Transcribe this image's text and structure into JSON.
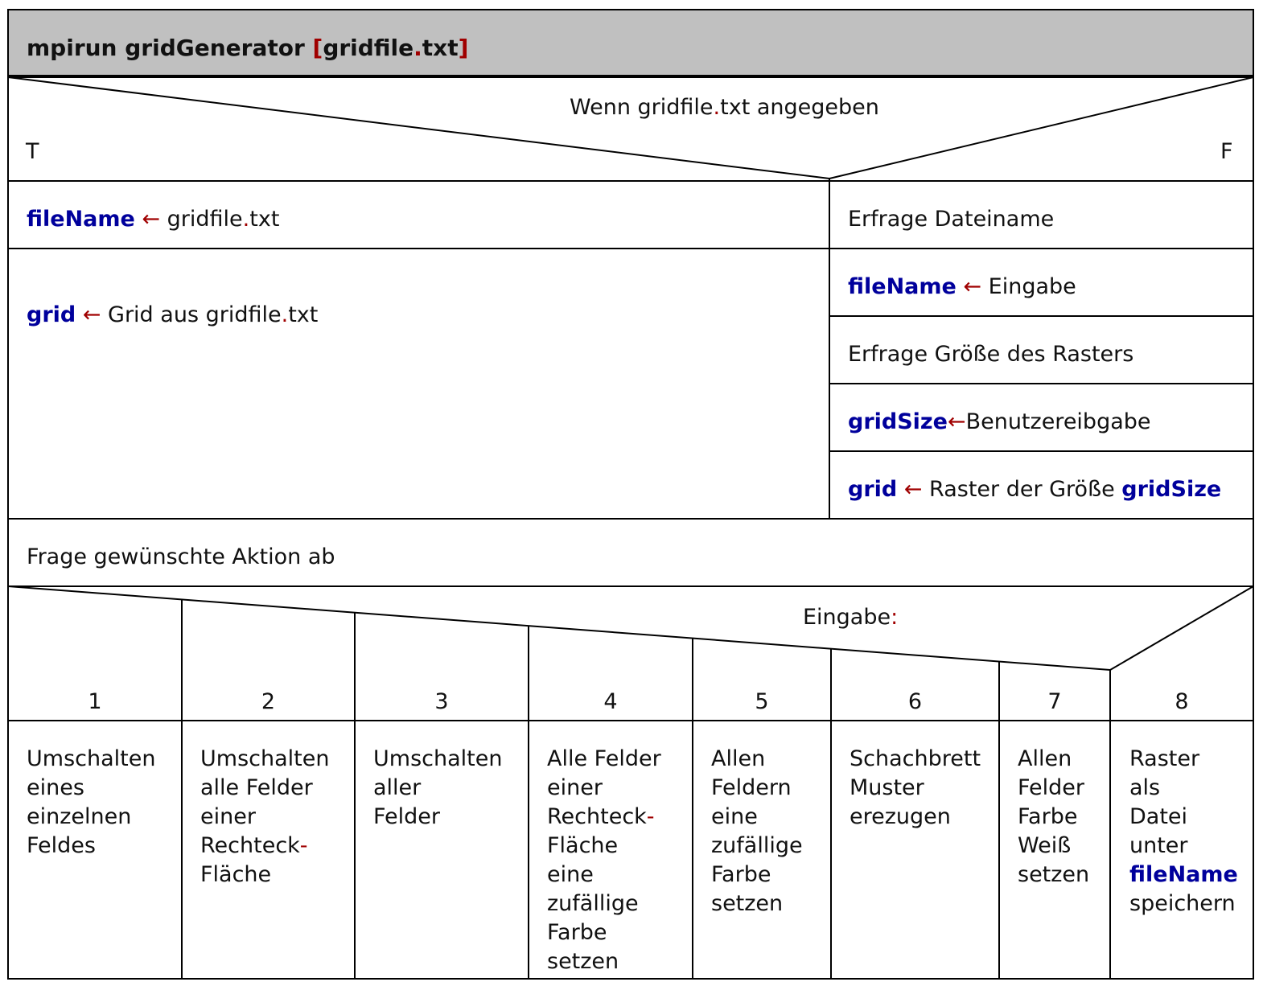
{
  "header": {
    "command": "mpirun gridGenerator",
    "bracket_open": "[",
    "arg_part1": "gridfile",
    "arg_dot": ".",
    "arg_part2": "txt",
    "bracket_close": "]"
  },
  "condition": {
    "text_part1": "Wenn gridfile",
    "dot": ".",
    "text_part2": "txt angegeben",
    "true_label": "T",
    "false_label": "F"
  },
  "true_branch": {
    "line1": {
      "var": "fileName",
      "arrow": "←",
      "text_part1": " gridfile",
      "dot": ".",
      "text_part2": "txt"
    },
    "line2": {
      "var": "grid",
      "arrow": "←",
      "text_part1": " Grid aus gridfile",
      "dot": ".",
      "text_part2": "txt"
    }
  },
  "false_branch": {
    "step1": "Erfrage Dateiname",
    "step2": {
      "var": "fileName",
      "arrow": "←",
      "text": " Eingabe"
    },
    "step3": "Erfrage Größe des Rasters",
    "step4": {
      "var": "gridSize",
      "arrow": "←",
      "text": "Benutzereibgabe"
    },
    "step5": {
      "var": "grid",
      "arrow": "←",
      "text": " Raster der Größe ",
      "var2": "gridSize"
    }
  },
  "ask_action": "Frage gewünschte Aktion ab",
  "switch": {
    "label": "Eingabe",
    "colon": ":",
    "cases": [
      {
        "key": "1",
        "lines": [
          "Umschalten",
          "eines",
          "einzelnen",
          "Feldes"
        ]
      },
      {
        "key": "2",
        "lines": [
          "Umschalten",
          "alle Felder",
          "einer",
          "Rechteck",
          "Fläche"
        ],
        "hyphen_line": 3
      },
      {
        "key": "3",
        "lines": [
          "Umschalten",
          "aller",
          "Felder"
        ]
      },
      {
        "key": "4",
        "lines": [
          "Alle Felder",
          "einer",
          "Rechteck",
          "Fläche",
          "eine",
          "zufällige",
          "Farbe",
          "setzen"
        ],
        "hyphen_line": 2
      },
      {
        "key": "5",
        "lines": [
          "Allen",
          "Feldern",
          "eine",
          "zufällige",
          "Farbe",
          "setzen"
        ]
      },
      {
        "key": "6",
        "lines": [
          "Schachbrett",
          "Muster",
          "erezugen"
        ]
      },
      {
        "key": "7",
        "lines": [
          "Allen",
          "Felder",
          "Farbe",
          "Weiß",
          "setzen"
        ]
      },
      {
        "key": "8",
        "lines": [
          "Raster",
          "als",
          "Datei",
          "unter",
          "fileName",
          "speichern"
        ],
        "var_line": 4
      }
    ],
    "hyphen": "-"
  },
  "colors": {
    "header_bg": "#c0c0c0",
    "variable": "#00009c",
    "accent_red": "#a00000",
    "line": "#000000"
  }
}
